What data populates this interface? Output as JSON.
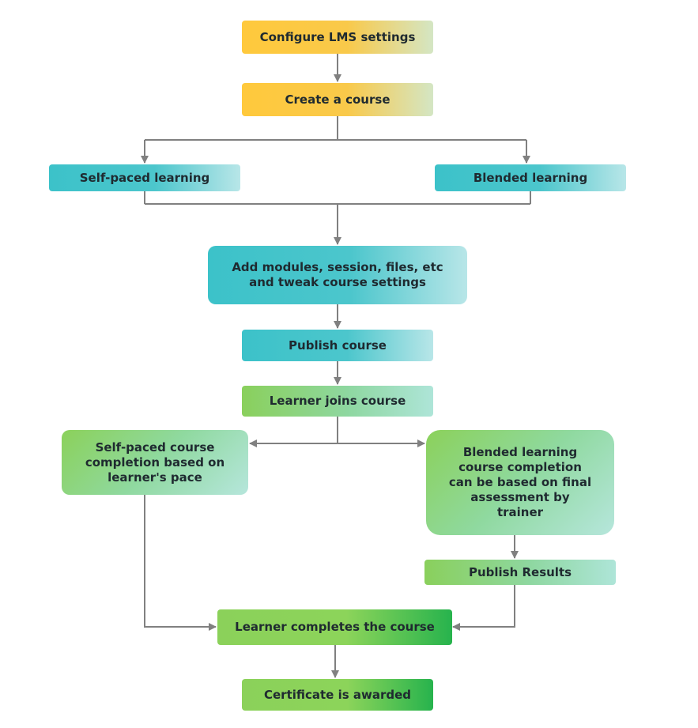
{
  "nodes": {
    "configure_lms": "Configure LMS settings",
    "create_course": "Create a course",
    "self_paced": "Self-paced learning",
    "blended": "Blended learning",
    "add_modules": "Add modules, session, files, etc and tweak course settings",
    "publish_course": "Publish course",
    "learner_joins": "Learner joins course",
    "self_paced_completion": "Self-paced course completion based on learner's pace",
    "blended_completion": "Blended learning course completion can be based on final assessment by trainer",
    "publish_results": "Publish Results",
    "learner_completes": "Learner completes the course",
    "certificate": "Certificate is awarded"
  },
  "colors": {
    "connector": "#808080",
    "yellow": "#ffc93c",
    "teal": "#3cc2c9",
    "green": "#8bd15a",
    "dark_green": "#27b34d"
  }
}
